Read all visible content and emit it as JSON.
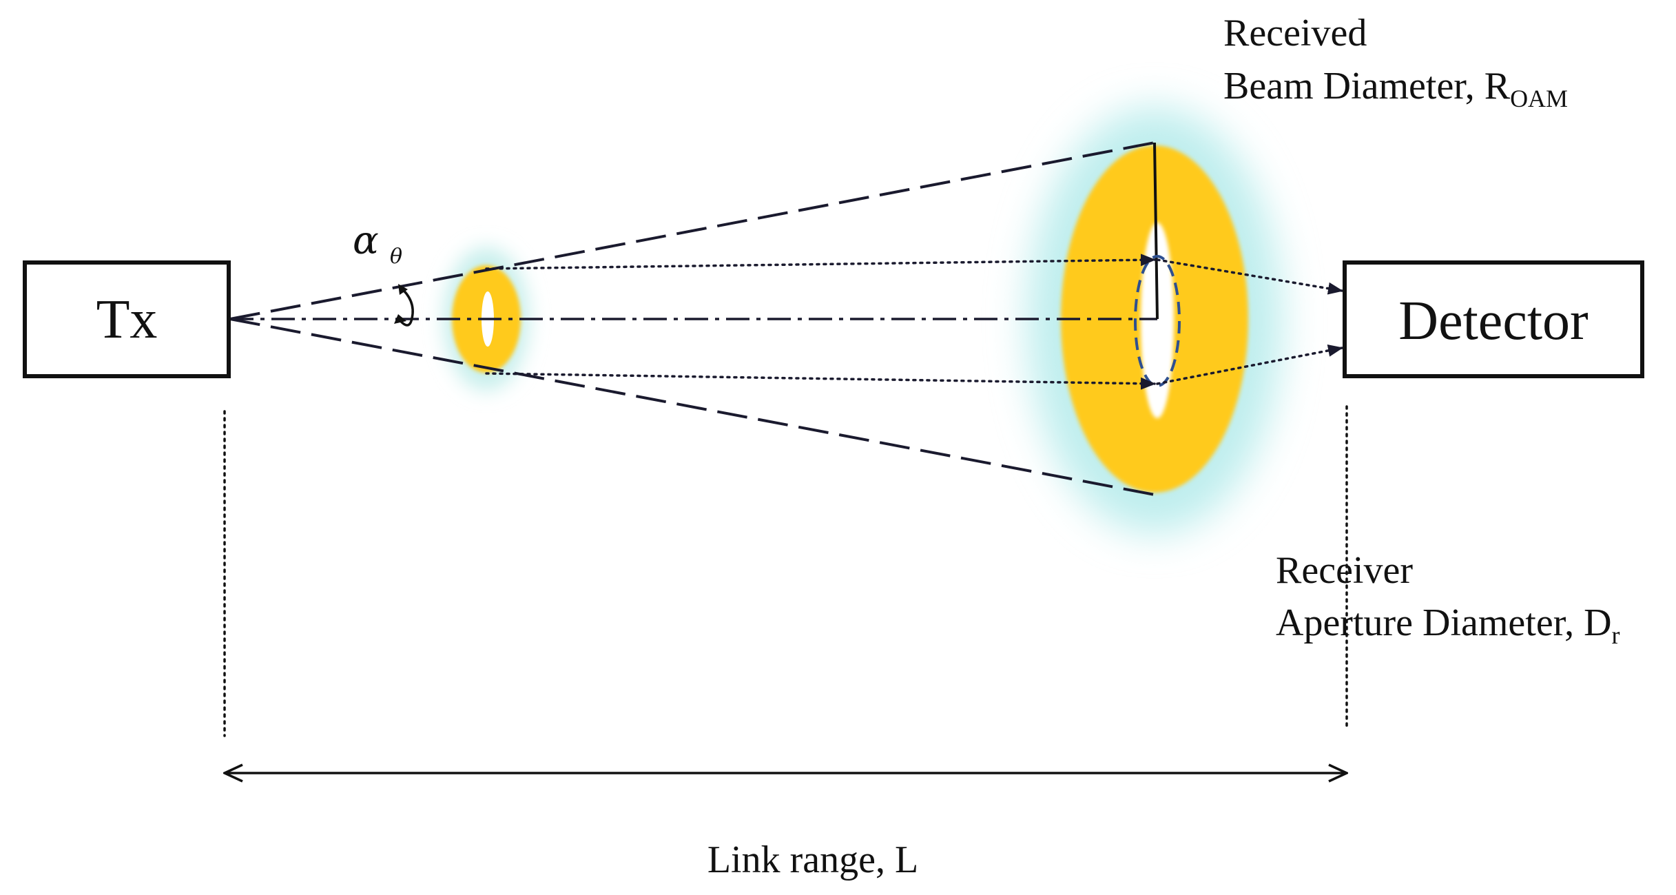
{
  "transmitter": {
    "label": "Tx"
  },
  "detector": {
    "label": "Detector"
  },
  "divergence_angle": {
    "symbol": "α",
    "subscript": "θ"
  },
  "received_beam": {
    "line1": "Received",
    "line2": "Beam Diameter, R",
    "subscript": "OAM"
  },
  "receiver_aperture": {
    "line1": "Receiver",
    "line2": "Aperture Diameter, D",
    "subscript": "r"
  },
  "link_range": {
    "label": "Link range, L"
  },
  "colors": {
    "beam_ring": "#ffca1f",
    "beam_halo": "#bfeeee",
    "outline": "#1a1a2e",
    "aperture_ellipse": "#2e4f8f"
  }
}
